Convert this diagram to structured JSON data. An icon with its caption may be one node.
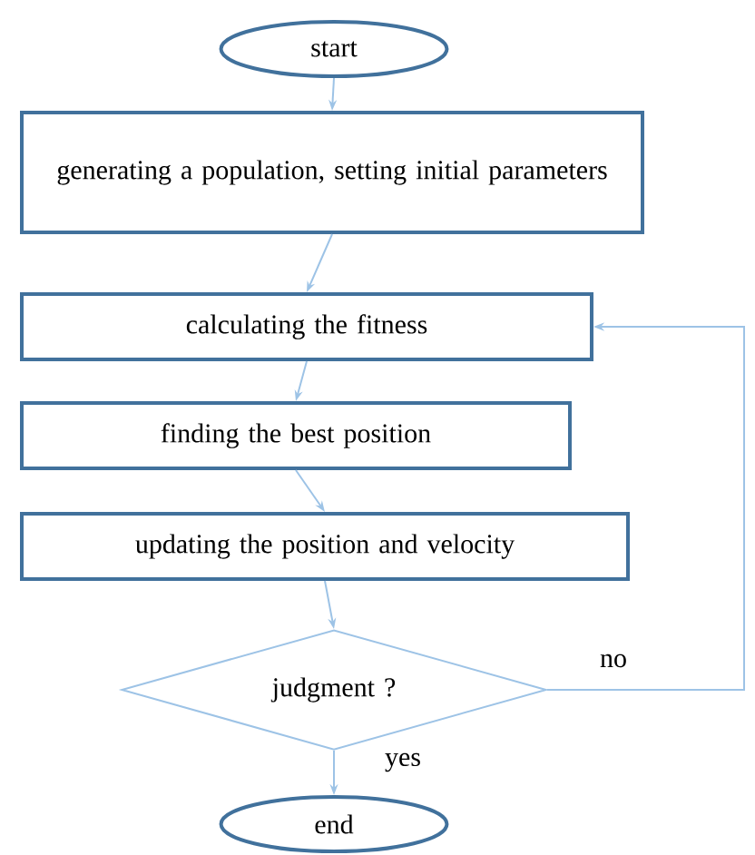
{
  "diagram": {
    "nodes": [
      {
        "text": [
          "start"
        ]
      },
      {
        "text": [
          "generating a population, setting initial parameters"
        ]
      },
      {
        "text": [
          "calculating the fitness"
        ]
      },
      {
        "text": [
          "finding the best position"
        ]
      },
      {
        "text": [
          "updating the position and velocity"
        ]
      },
      {
        "text": [
          "judgment ?"
        ]
      },
      {
        "text": [
          "end"
        ]
      }
    ],
    "edges": [
      {
        "from": 0,
        "to": 1,
        "arrow": "to"
      },
      {
        "from": 1,
        "to": 2,
        "arrow": "to"
      },
      {
        "from": 2,
        "to": 3,
        "arrow": "to"
      },
      {
        "from": 3,
        "to": 4,
        "arrow": "to"
      },
      {
        "from": 4,
        "to": 5,
        "arrow": "to"
      },
      {
        "from": 5,
        "to": 6,
        "arrow": "to",
        "label": "yes"
      },
      {
        "from": 5,
        "to": 2,
        "arrow": "to",
        "label": "no"
      }
    ]
  }
}
